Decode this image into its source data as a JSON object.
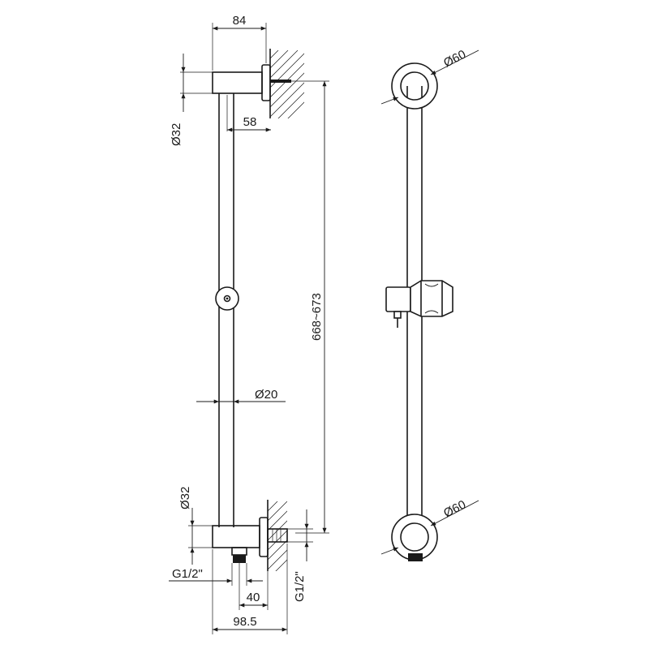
{
  "dimensions": {
    "top_width": "84",
    "wall_flange_depth": "58",
    "top_bracket_diameter": "Ø32",
    "rail_length": "668~673",
    "rail_diameter": "Ø20",
    "bottom_bracket_diameter": "Ø32",
    "outlet_thread_left": "G1/2\"",
    "outlet_thread_right": "G1/2\"",
    "outlet_offset": "40",
    "bottom_width": "98.5",
    "front_top_rosette": "Ø60",
    "front_bottom_rosette": "Ø60"
  }
}
